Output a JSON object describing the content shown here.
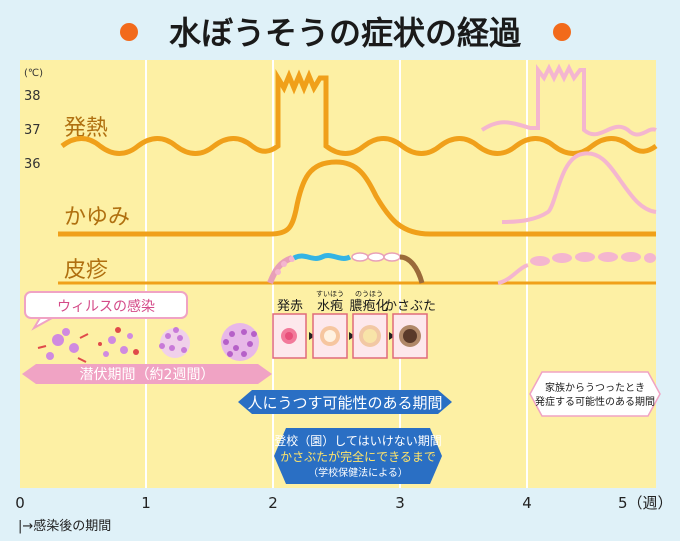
{
  "title": "水ぼうそうの症状の経過",
  "unit_label": "(℃)",
  "temperature_ticks": [
    "38",
    "37",
    "36"
  ],
  "rows": {
    "fever": "発熱",
    "itch": "かゆみ",
    "rash": "皮疹"
  },
  "virus_label": "ウィルスの感染",
  "stages": [
    {
      "label": "発赤",
      "ruby": ""
    },
    {
      "label": "水疱",
      "ruby": "すいほう"
    },
    {
      "label": "膿疱化",
      "ruby": "のうほう"
    },
    {
      "label": "かさぶた",
      "ruby": ""
    }
  ],
  "incubation": "潜伏期間（約2週間）",
  "contagious": "人にうつす可能性のある期間",
  "school": {
    "line1": "登校（園）してはいけない期間",
    "line2": "かさぶたが完全にできるまで",
    "line3": "（学校保健法による）"
  },
  "family": {
    "line1": "家族からうつったとき",
    "line2": "発症する可能性のある期間"
  },
  "x_ticks": [
    "0",
    "1",
    "2",
    "3",
    "4",
    "5（週）"
  ],
  "x_note": "|→感染後の期間",
  "colors": {
    "panel": "#fdf0a4",
    "orange": "#f0a01a",
    "pink": "#f4b6cf",
    "blue_arrow": "#2a6fc4",
    "incubation_arrow": "#f0a3c4"
  }
}
